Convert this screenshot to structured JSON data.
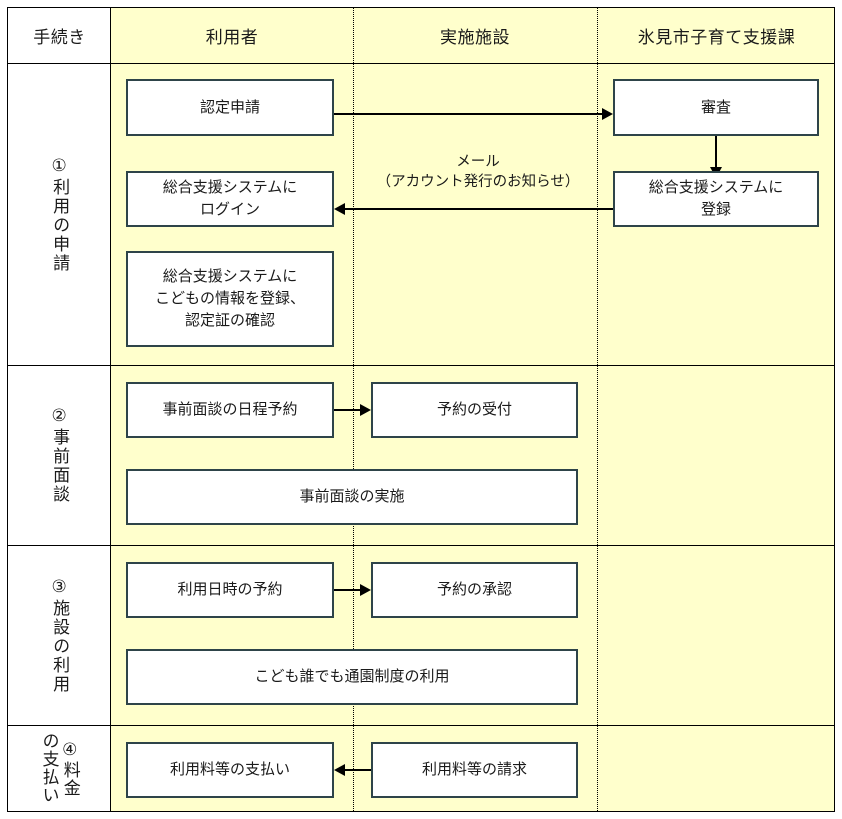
{
  "diagram": {
    "title_column_header": "手続き",
    "columns": [
      {
        "id": "procedure",
        "label": "手続き"
      },
      {
        "id": "user",
        "label": "利用者"
      },
      {
        "id": "facility",
        "label": "実施施設"
      },
      {
        "id": "city",
        "label": "氷見市子育て支援課"
      }
    ],
    "stages": [
      {
        "id": "stage-1",
        "label": "①利用の申請"
      },
      {
        "id": "stage-2",
        "label": "②事前面談"
      },
      {
        "id": "stage-3",
        "label": "③施設の利用"
      },
      {
        "id": "stage-4",
        "label": "④料金の支払い"
      }
    ],
    "boxes": {
      "ninteishinsei": "認定申請",
      "shinsa": "審査",
      "login": "総合支援システムに\nログイン",
      "touroku": "総合支援システムに\n登録",
      "kodomo_jouhou": "総合支援システムに\nこどもの情報を登録、\n認定証の確認",
      "mendan_yoyaku": "事前面談の日程予約",
      "yoyaku_uketsuke": "予約の受付",
      "mendan_jisshi": "事前面談の実施",
      "riyou_yoyaku": "利用日時の予約",
      "yoyaku_shounin": "予約の承認",
      "tsuuen_riyou": "こども誰でも通園制度の利用",
      "shiharai": "利用料等の支払い",
      "seikyuu": "利用料等の請求"
    },
    "annotations": {
      "mail_notice": "メール\n（アカウント発行のお知らせ）"
    },
    "colors": {
      "lane_background": "#ffffcc",
      "box_border": "#2e4449",
      "box_fill": "#ffffff",
      "frame_line": "#000000",
      "arrow": "#000000"
    }
  }
}
